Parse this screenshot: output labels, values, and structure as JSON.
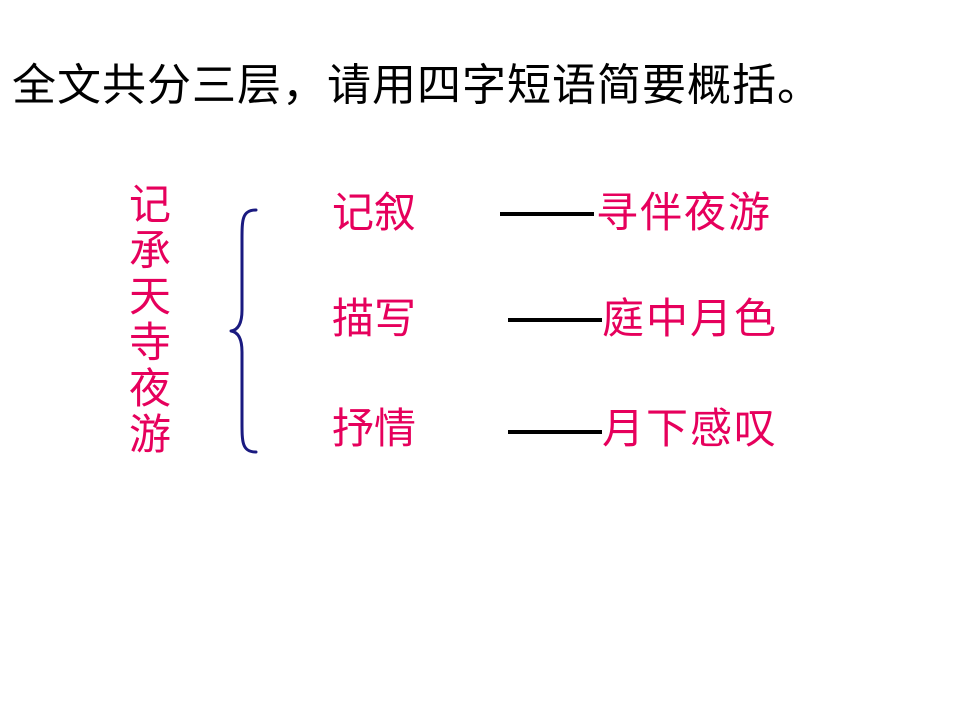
{
  "slide": {
    "title": "全文共分三层，请用四字短语简要概括。",
    "vertical_title": [
      "记",
      "承",
      "天",
      "寺",
      "夜",
      "游"
    ],
    "rows": [
      {
        "label": "记叙",
        "result": "寻伴夜游"
      },
      {
        "label": "描写",
        "result": "庭中月色"
      },
      {
        "label": "抒情",
        "result": "月下感叹"
      }
    ]
  },
  "colors": {
    "text": "#000000",
    "accent": "#e6005c",
    "brace": "#1a1a80"
  }
}
